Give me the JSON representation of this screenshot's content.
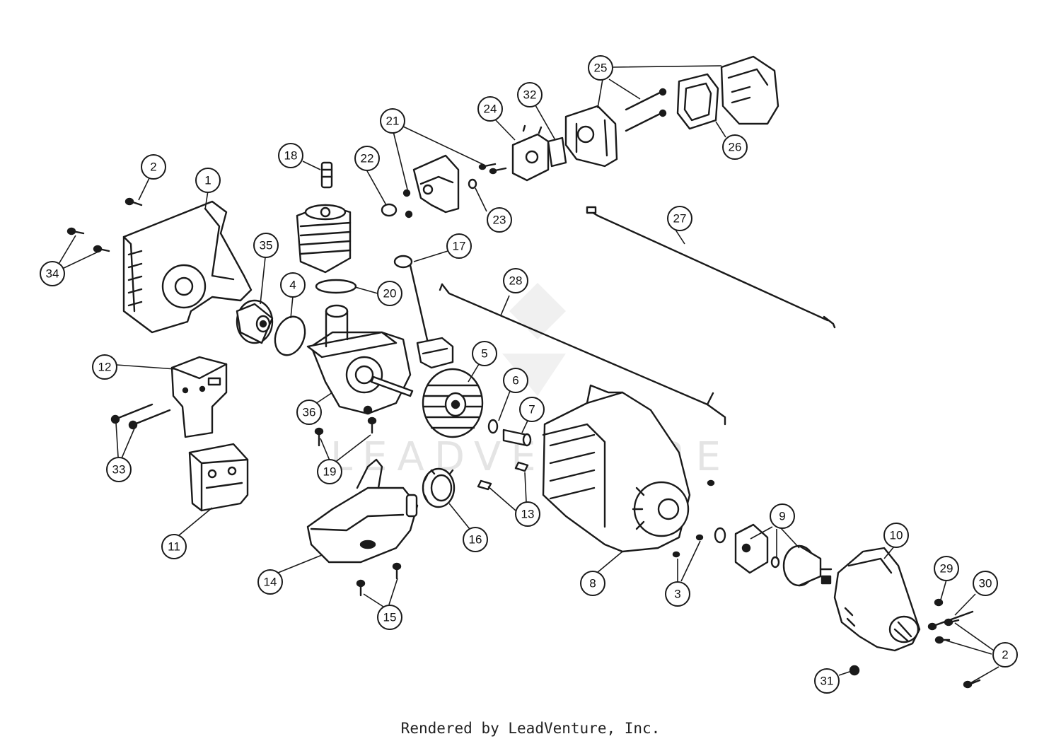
{
  "diagram": {
    "watermark": "LEADVENTURE",
    "callouts": [
      "1",
      "2",
      "3",
      "4",
      "5",
      "6",
      "7",
      "8",
      "9",
      "10",
      "11",
      "12",
      "13",
      "14",
      "15",
      "16",
      "17",
      "18",
      "19",
      "20",
      "21",
      "22",
      "23",
      "24",
      "25",
      "26",
      "27",
      "28",
      "29",
      "30",
      "31",
      "32",
      "33",
      "34",
      "35",
      "36"
    ]
  },
  "footer": {
    "text": "Rendered by LeadVenture, Inc."
  }
}
